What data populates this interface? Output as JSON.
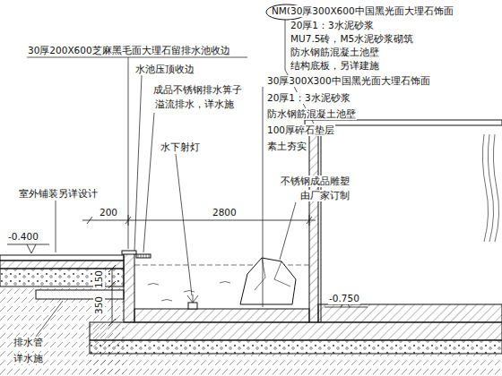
{
  "diagram": {
    "nodes": [
      {
        "text": [
          "NM01"
        ]
      }
    ],
    "labels": [
      "30厚300X600中国黑光面大理石饰面",
      "20厚1：3水泥砂浆",
      "MU7.5砖，M5水泥砂浆砌筑",
      "防水钢筋混凝土池壁",
      "结构底板，另详建施",
      "30厚300X300中国黑光面大理石饰面",
      "20厚1：3水泥砂浆",
      "防水钢筋混凝土池壁",
      "100厚碎石垫层",
      "素土夯实",
      "30厚200X600芝麻黑毛面大理石留排水池收边",
      "水池压顶收边",
      "成品不锈钢排水箅子",
      "溢流排水，详水施",
      "水下射灯",
      "室外铺装另详设计",
      "200",
      "2800",
      "不锈钢成品雕塑",
      "由厂家订制",
      "-0.400",
      "-0.750",
      "150",
      "350",
      "排水管",
      "详水施"
    ]
  }
}
